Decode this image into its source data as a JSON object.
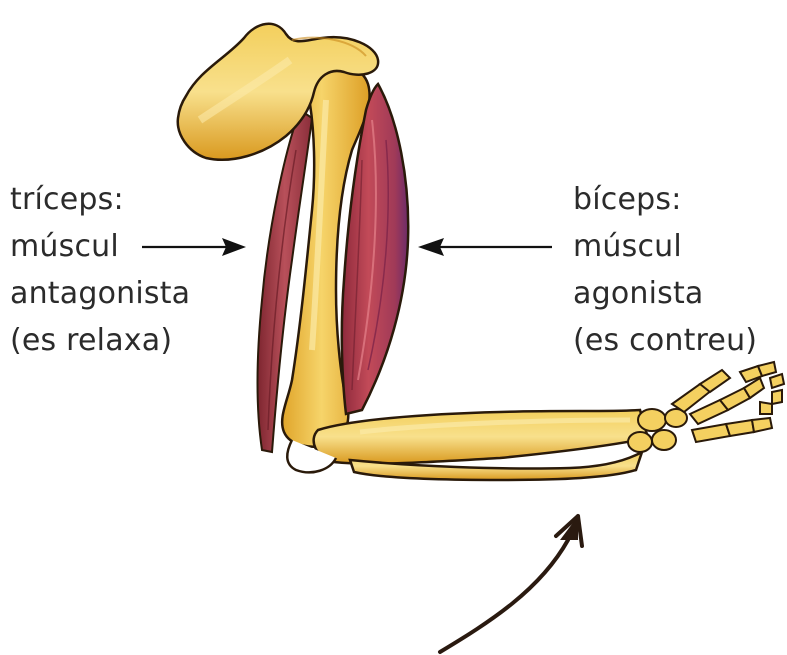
{
  "labels": {
    "triceps": {
      "line1": "tríceps:",
      "line2": "múscul",
      "line3": "antagonista",
      "line4": "(es relaxa)"
    },
    "biceps": {
      "line1": "bíceps:",
      "line2": "múscul",
      "line3": "agonista",
      "line4": "(es contreu)"
    }
  },
  "colors": {
    "bone": "#f2c040",
    "bone_light": "#f9e08a",
    "bone_shadow": "#d99a1e",
    "bone_outline": "#2a1a0a",
    "biceps": "#b03a4a",
    "biceps_dark": "#7a2a5a",
    "triceps": "#a83a44",
    "arrow": "#111111",
    "motion_arrow": "#2a1a10",
    "text": "#2b2b2b"
  }
}
